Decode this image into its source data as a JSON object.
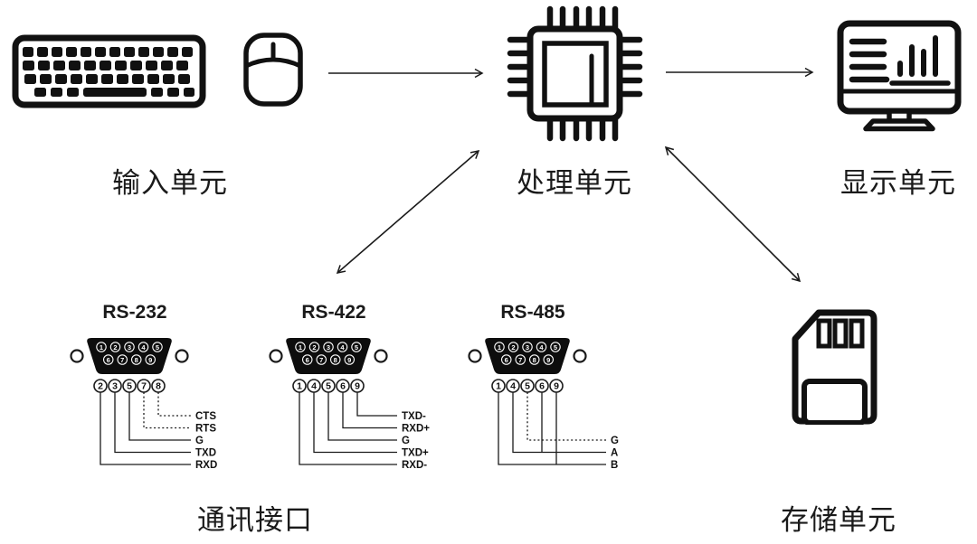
{
  "colors": {
    "ink": "#1a1a1a",
    "background": "#ffffff"
  },
  "units": {
    "input": {
      "label": "输入单元"
    },
    "processing": {
      "label": "处理单元"
    },
    "display": {
      "label": "显示单元"
    },
    "comm": {
      "label": "通讯接口"
    },
    "storage": {
      "label": "存储单元"
    }
  },
  "connectors": [
    {
      "id": "rs232",
      "title": "RS-232",
      "dsub_top_pins": [
        1,
        2,
        3,
        4,
        5
      ],
      "dsub_bottom_pins": [
        6,
        7,
        8,
        9
      ],
      "breakout_pins": [
        2,
        3,
        5,
        7,
        8
      ],
      "signals": [
        {
          "name": "CTS",
          "pins": [
            8
          ],
          "row": 0,
          "dotted": true
        },
        {
          "name": "RTS",
          "pins": [
            7
          ],
          "row": 1,
          "dotted": true
        },
        {
          "name": "G",
          "pins": [
            5
          ],
          "row": 2,
          "dotted": false
        },
        {
          "name": "TXD",
          "pins": [
            3
          ],
          "row": 3,
          "dotted": false
        },
        {
          "name": "RXD",
          "pins": [
            2
          ],
          "row": 4,
          "dotted": false
        }
      ]
    },
    {
      "id": "rs422",
      "title": "RS-422",
      "dsub_top_pins": [
        1,
        2,
        3,
        4,
        5
      ],
      "dsub_bottom_pins": [
        6,
        7,
        8,
        9
      ],
      "breakout_pins": [
        1,
        4,
        5,
        6,
        9
      ],
      "signals": [
        {
          "name": "TXD-",
          "pins": [
            9
          ],
          "row": 0,
          "dotted": false
        },
        {
          "name": "RXD+",
          "pins": [
            6
          ],
          "row": 1,
          "dotted": false
        },
        {
          "name": "G",
          "pins": [
            5
          ],
          "row": 2,
          "dotted": false
        },
        {
          "name": "TXD+",
          "pins": [
            4
          ],
          "row": 3,
          "dotted": false
        },
        {
          "name": "RXD-",
          "pins": [
            1
          ],
          "row": 4,
          "dotted": false
        }
      ]
    },
    {
      "id": "rs485",
      "title": "RS-485",
      "dsub_top_pins": [
        1,
        2,
        3,
        4,
        5
      ],
      "dsub_bottom_pins": [
        6,
        7,
        8,
        9
      ],
      "breakout_pins": [
        1,
        4,
        5,
        6,
        9
      ],
      "signals": [
        {
          "name": "G",
          "pins": [
            5
          ],
          "row": 2,
          "dotted": true
        },
        {
          "name": "A",
          "pins": [
            4,
            6
          ],
          "row": 3,
          "dotted": false
        },
        {
          "name": "B",
          "pins": [
            1,
            9
          ],
          "row": 4,
          "dotted": false
        }
      ]
    }
  ]
}
